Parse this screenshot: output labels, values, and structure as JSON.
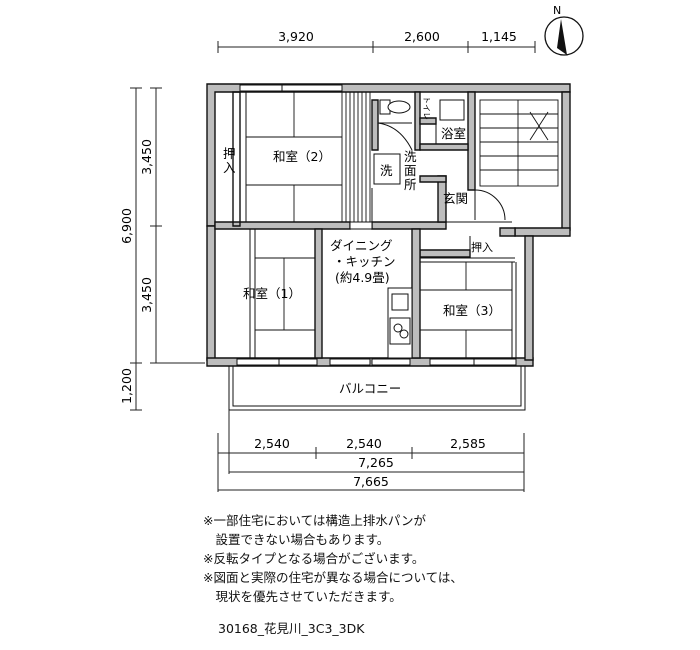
{
  "dimensions": {
    "top": [
      "3,920",
      "2,600",
      "1,145"
    ],
    "left_total": "6,900",
    "left_parts": [
      "3,450",
      "3,450",
      "1,200"
    ],
    "bottom_parts": [
      "2,540",
      "2,540",
      "2,585"
    ],
    "bottom_inner_total": "7,265",
    "bottom_outer_total": "7,665"
  },
  "compass": {
    "label": "N"
  },
  "rooms": {
    "washitsu_2": "和室（2）",
    "washitsu_1": "和室（1）",
    "washitsu_3": "和室（3）",
    "oshiire_left": "押\n入",
    "oshiire_right": "押入",
    "dining_line1": "ダイニング",
    "dining_line2": "・キッチン",
    "dining_line3": "(約4.9畳)",
    "toilet": "トイレ",
    "bath": "浴室",
    "sento": "洗",
    "senmenjo": "洗\n面\n所",
    "genkan": "玄関",
    "balcony": "バルコニー"
  },
  "notes": [
    "※一部住宅においては構造上排水パンが",
    "　設置できない場合もあります。",
    "※反転タイプとなる場合がございます。",
    "※図面と実際の住宅が異なる場合については、",
    "　現状を優先させていただきます。"
  ],
  "plan_code": "30168_花見川_3C3_3DK"
}
